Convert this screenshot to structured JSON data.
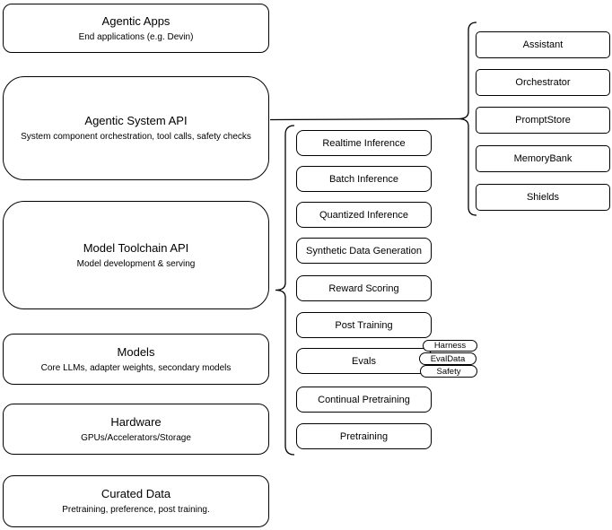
{
  "canvas": {
    "background": "#ffffff",
    "stroke": "#000000",
    "fill": "#ffffff"
  },
  "left": [
    {
      "title": "Agentic Apps",
      "subtitle": "End applications (e.g. Devin)"
    },
    {
      "title": "Agentic System API",
      "subtitle": "System component orchestration, tool calls, safety checks"
    },
    {
      "title": "Model Toolchain API",
      "subtitle": "Model development & serving"
    },
    {
      "title": "Models",
      "subtitle": "Core LLMs, adapter weights, secondary models"
    },
    {
      "title": "Hardware",
      "subtitle": "GPUs/Accelerators/Storage"
    },
    {
      "title": "Curated Data",
      "subtitle": "Pretraining, preference, post training."
    }
  ],
  "middle": [
    {
      "label": "Realtime Inference"
    },
    {
      "label": "Batch Inference"
    },
    {
      "label": "Quantized Inference"
    },
    {
      "label": "Synthetic Data Generation"
    },
    {
      "label": "Reward Scoring"
    },
    {
      "label": "Post Training"
    },
    {
      "label": "Evals"
    },
    {
      "label": "Continual Pretraining"
    },
    {
      "label": "Pretraining"
    }
  ],
  "eval_tags": [
    {
      "label": "Harness"
    },
    {
      "label": "EvalData"
    },
    {
      "label": "Safety"
    }
  ],
  "right": [
    {
      "label": "Assistant"
    },
    {
      "label": "Orchestrator"
    },
    {
      "label": "PromptStore"
    },
    {
      "label": "MemoryBank"
    },
    {
      "label": "Shields"
    }
  ]
}
